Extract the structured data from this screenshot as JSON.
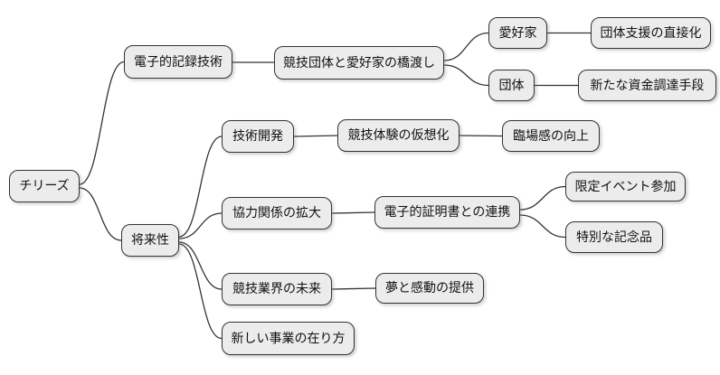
{
  "diagram": {
    "type": "mindmap",
    "direction": "left-to-right",
    "colors": {
      "background": "#ffffff",
      "node_fill": "#ececec",
      "node_border": "#333333",
      "edge": "#333333",
      "text": "#111111"
    },
    "nodes": {
      "root": {
        "label": "チリーズ"
      },
      "n1": {
        "label": "電子的記録技術"
      },
      "n2": {
        "label": "競技団体と愛好家の橋渡し"
      },
      "n3": {
        "label": "愛好家"
      },
      "n4": {
        "label": "団体支援の直接化"
      },
      "n5": {
        "label": "団体"
      },
      "n6": {
        "label": "新たな資金調達手段"
      },
      "n7": {
        "label": "将来性"
      },
      "n8": {
        "label": "技術開発"
      },
      "n9": {
        "label": "競技体験の仮想化"
      },
      "n10": {
        "label": "臨場感の向上"
      },
      "n11": {
        "label": "協力関係の拡大"
      },
      "n12": {
        "label": "電子的証明書との連携"
      },
      "n13": {
        "label": "限定イベント参加"
      },
      "n14": {
        "label": "特別な記念品"
      },
      "n15": {
        "label": "競技業界の未来"
      },
      "n16": {
        "label": "夢と感動の提供"
      },
      "n17": {
        "label": "新しい事業の在り方"
      }
    },
    "edges": [
      [
        "root",
        "n1"
      ],
      [
        "root",
        "n7"
      ],
      [
        "n1",
        "n2"
      ],
      [
        "n2",
        "n3"
      ],
      [
        "n2",
        "n5"
      ],
      [
        "n3",
        "n4"
      ],
      [
        "n5",
        "n6"
      ],
      [
        "n7",
        "n8"
      ],
      [
        "n7",
        "n11"
      ],
      [
        "n7",
        "n15"
      ],
      [
        "n7",
        "n17"
      ],
      [
        "n8",
        "n9"
      ],
      [
        "n9",
        "n10"
      ],
      [
        "n11",
        "n12"
      ],
      [
        "n12",
        "n13"
      ],
      [
        "n12",
        "n14"
      ],
      [
        "n15",
        "n16"
      ]
    ]
  }
}
